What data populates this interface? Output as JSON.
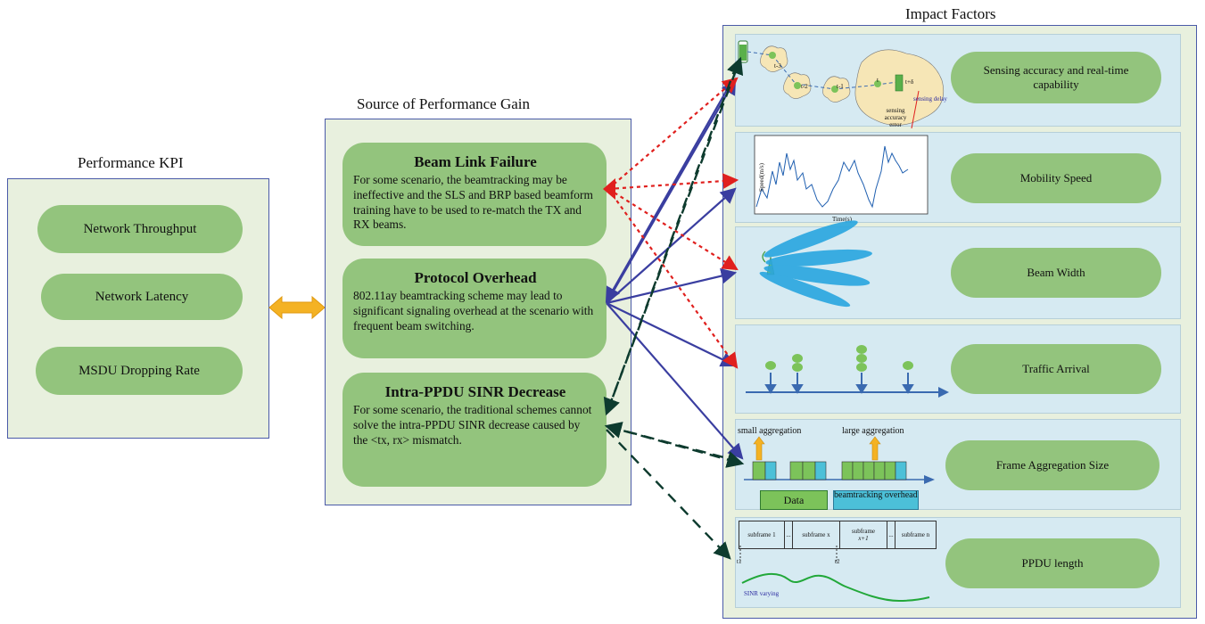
{
  "titles": {
    "kpi": "Performance KPI",
    "gain": "Source of Performance Gain",
    "impact": "Impact Factors"
  },
  "kpi": [
    "Network Throughput",
    "Network Latency",
    "MSDU Dropping Rate"
  ],
  "gains": [
    {
      "title": "Beam Link Failure",
      "desc": "For some scenario, the beamtracking may be ineffective and the SLS and BRP based beamform training have to be used to re-match the TX and RX beams."
    },
    {
      "title": "Protocol Overhead",
      "desc": "802.11ay beamtracking scheme may lead to significant signaling overhead at the scenario with frequent beam switching."
    },
    {
      "title": "Intra-PPDU SINR Decrease",
      "desc": "For some scenario, the traditional schemes cannot solve the intra-PPDU SINR decrease caused by the <tx, rx> mismatch."
    }
  ],
  "factors": [
    "Sensing accuracy and real-time capability",
    "Mobility Speed",
    "Beam Width",
    "Traffic Arrival",
    "Frame Aggregation Size",
    "PPDU length"
  ],
  "sensing": {
    "t_minus3": "t-3",
    "t_minus2": "t-2",
    "t_minus1": "t-1",
    "t": "t",
    "t_delta": "t+δ",
    "delay": "sensing delay",
    "accuracy": "sensing accuracy error"
  },
  "mobility": {
    "ylabel": "Speed(m/s)",
    "xlabel": "Time(s)"
  },
  "aggregation": {
    "small": "small aggregation",
    "large": "large aggregation",
    "data": "Data",
    "overhead": "beamtracking overhead"
  },
  "ppdu": {
    "sf1": "subframe 1",
    "sfx": "subframe x",
    "sfx1": "subframe",
    "sfx1b": "x+1",
    "sfn": "subframe n",
    "dots": "...",
    "t1": "t1",
    "t2": "t2",
    "sinr": "SINR varying"
  },
  "colors": {
    "panel": "#e8f0de",
    "pill": "#93c47d",
    "factor_bg": "#d6eaf2",
    "blue_arrow": "#3a3ea0",
    "red_arrow": "#e0201e",
    "dark_arrow": "#0d3b2e",
    "orange": "#f4b223"
  }
}
